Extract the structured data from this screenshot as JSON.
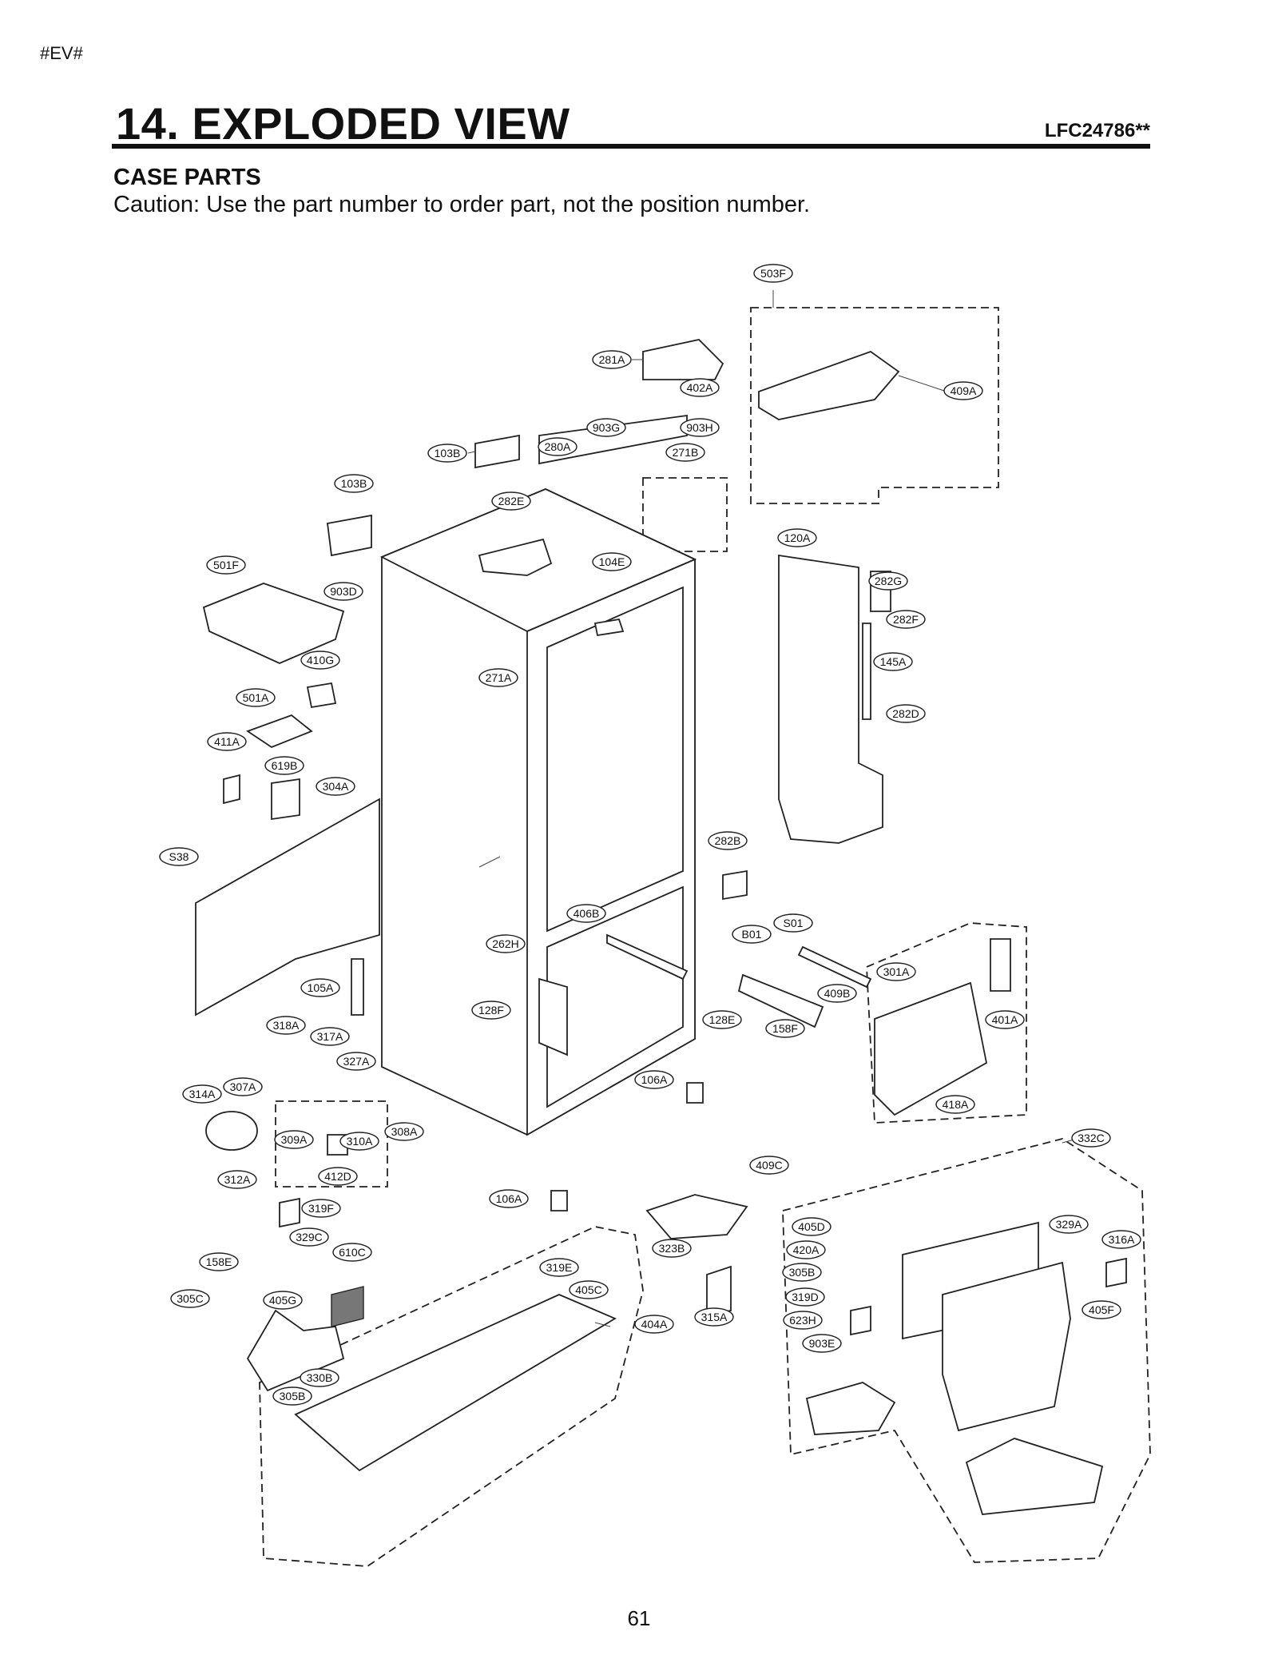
{
  "header": {
    "corner_tag": "#EV#",
    "title": "14. EXPLODED VIEW",
    "model": "LFC24786**"
  },
  "section": {
    "heading": "CASE PARTS",
    "caution": "Caution: Use the part number to order part, not the position number."
  },
  "callouts": [
    "503F",
    "281A",
    "402A",
    "409A",
    "903G",
    "903H",
    "103B",
    "280A",
    "271B",
    "103B",
    "282E",
    "120A",
    "501F",
    "104E",
    "282G",
    "903D",
    "282F",
    "410G",
    "271A",
    "145A",
    "501A",
    "282D",
    "411A",
    "619B",
    "304A",
    "282B",
    "S38",
    "406B",
    "S01",
    "B01",
    "262H",
    "105A",
    "409B",
    "301A",
    "128F",
    "128E",
    "158F",
    "401A",
    "318A",
    "317A",
    "327A",
    "314A",
    "307A",
    "106A",
    "418A",
    "310A",
    "308A",
    "309A",
    "412D",
    "409C",
    "332C",
    "312A",
    "106A",
    "319F",
    "329C",
    "405D",
    "329A",
    "316A",
    "610C",
    "323B",
    "158E",
    "420A",
    "319E",
    "305B",
    "405C",
    "305C",
    "405G",
    "319D",
    "404A",
    "315A",
    "623H",
    "405F",
    "903E",
    "330B",
    "305B",
    "305C"
  ],
  "footer": {
    "page_number": "61"
  }
}
